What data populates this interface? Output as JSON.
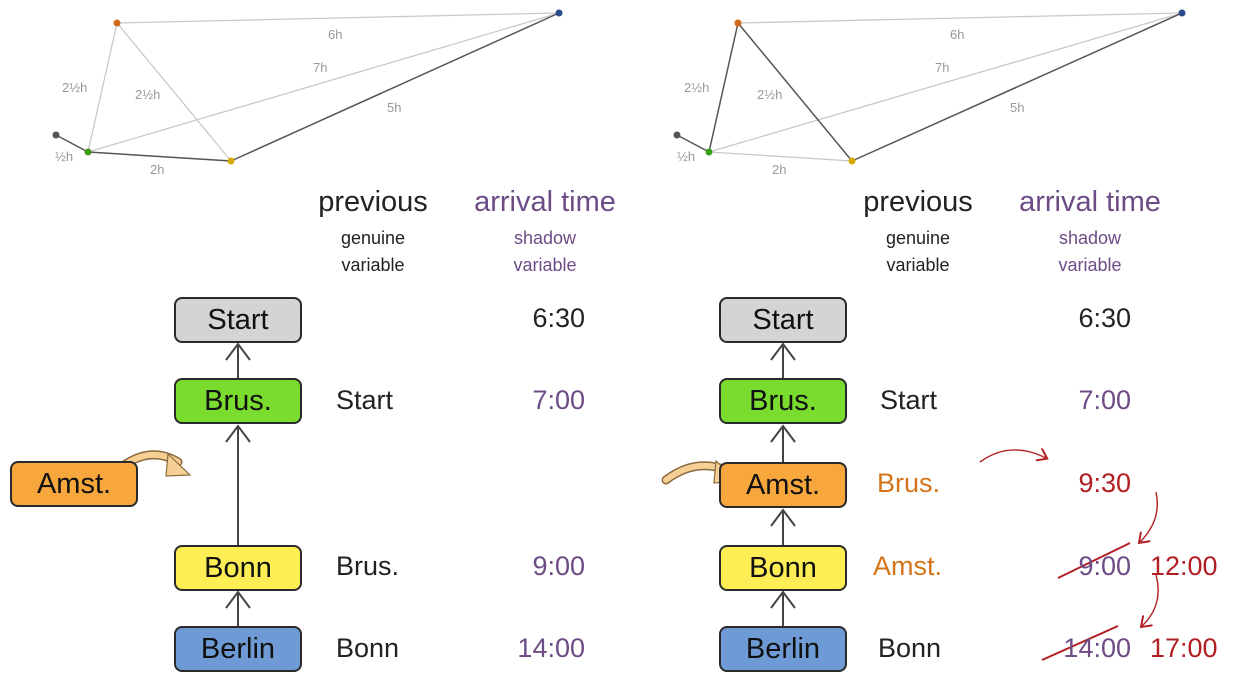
{
  "colors": {
    "start": "#d4d4d4",
    "brussels": "#79dc2e",
    "amsterdam": "#f8a73d",
    "bonn": "#fdee55",
    "berlin": "#6e9bd6",
    "genuine_text": "#222222",
    "shadow_text": "#6d4c86",
    "changed_genuine": "#d47419",
    "changed_shadow": "#b21f23"
  },
  "left": {
    "map": {
      "edge_labels": [
        "6h",
        "7h",
        "5h",
        "2½h",
        "2½h",
        "½h",
        "2h"
      ]
    },
    "headers": {
      "genuine_title": "previous",
      "genuine_sub1": "genuine",
      "genuine_sub2": "variable",
      "shadow_title": "arrival time",
      "shadow_sub1": "shadow",
      "shadow_sub2": "variable"
    },
    "nodes": {
      "start": "Start",
      "brus": "Brus.",
      "amst": "Amst.",
      "bonn": "Bonn",
      "berlin": "Berlin"
    },
    "rows": {
      "start": {
        "previous": "",
        "arrival": "6:30"
      },
      "brus": {
        "previous": "Start",
        "arrival": "7:00"
      },
      "bonn": {
        "previous": "Brus.",
        "arrival": "9:00"
      },
      "berlin": {
        "previous": "Bonn",
        "arrival": "14:00"
      }
    }
  },
  "right": {
    "map": {
      "edge_labels": [
        "6h",
        "7h",
        "5h",
        "2½h",
        "2½h",
        "½h",
        "2h"
      ]
    },
    "headers": {
      "genuine_title": "previous",
      "genuine_sub1": "genuine",
      "genuine_sub2": "variable",
      "shadow_title": "arrival time",
      "shadow_sub1": "shadow",
      "shadow_sub2": "variable"
    },
    "nodes": {
      "start": "Start",
      "brus": "Brus.",
      "amst": "Amst.",
      "bonn": "Bonn",
      "berlin": "Berlin"
    },
    "rows": {
      "start": {
        "previous": "",
        "arrival": "6:30"
      },
      "brus": {
        "previous": "Start",
        "arrival": "7:00"
      },
      "amst": {
        "previous": "Brus.",
        "arrival": "9:30"
      },
      "bonn": {
        "previous": "Amst.",
        "old_arrival": "9:00",
        "new_arrival": "12:00"
      },
      "berlin": {
        "previous": "Bonn",
        "old_arrival": "14:00",
        "new_arrival": "17:00"
      }
    }
  }
}
